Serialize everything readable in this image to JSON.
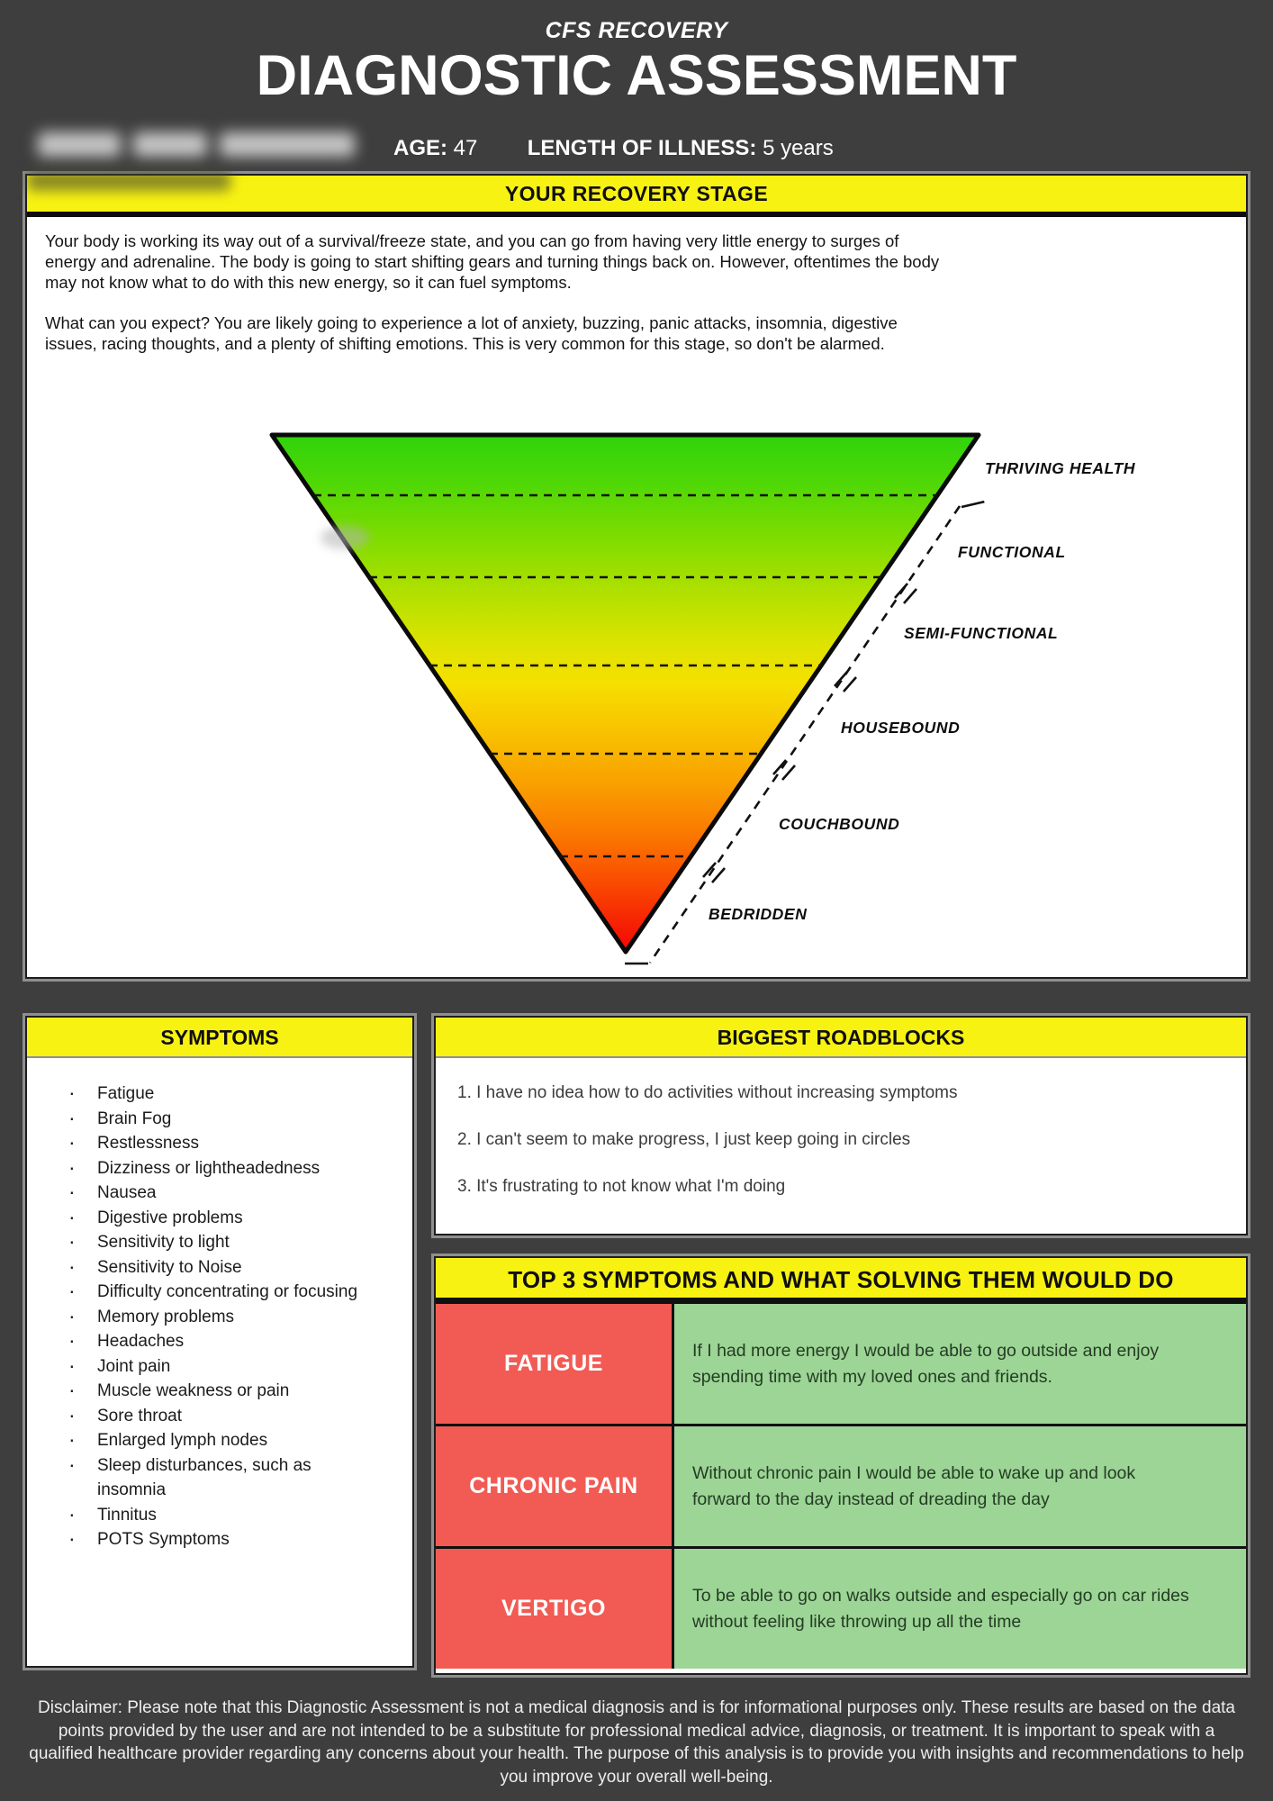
{
  "header": {
    "brand": "CFS RECOVERY",
    "title": "DIAGNOSTIC ASSESSMENT",
    "age_label": "AGE:",
    "age_value": "47",
    "length_label": "LENGTH OF ILLNESS:",
    "length_value": "5 years"
  },
  "recovery": {
    "title": "YOUR RECOVERY STAGE",
    "p1": "Your body is working its way out of a survival/freeze state, and you can go from having very little energy to surges of energy and adrenaline. The body is going to start shifting gears and turning things back on. However, oftentimes the body may not know what to do with this new energy, so it can fuel symptoms.",
    "p2": "What can you expect? You are likely going to experience a lot of anxiety, buzzing, panic attacks, insomnia, digestive issues, racing thoughts, and a plenty of shifting emotions. This is very common for this stage, so don't be alarmed.",
    "stages": [
      "THRIVING HEALTH",
      "FUNCTIONAL",
      "SEMI-FUNCTIONAL",
      "HOUSEBOUND",
      "COUCHBOUND",
      "BEDRIDDEN"
    ]
  },
  "symptoms": {
    "title": "SYMPTOMS",
    "items": [
      "Fatigue",
      "Brain Fog",
      "Restlessness",
      "Dizziness or lightheadedness",
      "Nausea",
      "Digestive problems",
      "Sensitivity to light",
      "Sensitivity to Noise",
      "Difficulty concentrating or focusing",
      "Memory problems",
      "Headaches",
      "Joint pain",
      "Muscle weakness or pain",
      "Sore throat",
      "Enlarged lymph nodes",
      "Sleep disturbances, such as insomnia",
      "Tinnitus",
      "POTS Symptoms"
    ]
  },
  "roadblocks": {
    "title": "BIGGEST ROADBLOCKS",
    "items": [
      "1. I have no idea how to do activities without increasing symptoms",
      "2. I can't seem to make progress, I just keep going in circles",
      "3. It's frustrating to not know what I'm doing"
    ]
  },
  "top3": {
    "title": "TOP 3 SYMPTOMS AND WHAT SOLVING THEM WOULD DO",
    "rows": [
      {
        "symptom": "FATIGUE",
        "outcome": "If I had more energy I would be able to go outside and enjoy spending time with my loved ones and friends."
      },
      {
        "symptom": "CHRONIC PAIN",
        "outcome": "Without chronic pain I would be able to wake up and look forward to the day instead of dreading the day"
      },
      {
        "symptom": "VERTIGO",
        "outcome": "To be able to go on walks outside and especially go on car rides without feeling like throwing up all the time"
      }
    ]
  },
  "disclaimer": "Disclaimer: Please note that this Diagnostic Assessment is not a medical diagnosis and is for informational purposes only. These results are based on the data points provided by the user and are not intended to be a substitute for professional medical advice, diagnosis, or treatment. It is important to speak with a qualified healthcare provider regarding any concerns about your health. The purpose of this analysis is to provide you with insights and recommendations to help you improve your overall well-being.",
  "colors": {
    "background": "#3E3E3E",
    "accent_yellow": "#F8F212",
    "table_red": "#F15B54",
    "table_green": "#9CD595",
    "pyramid_gradient_top": "#2FD30B",
    "pyramid_gradient_bottom": "#F30505"
  }
}
